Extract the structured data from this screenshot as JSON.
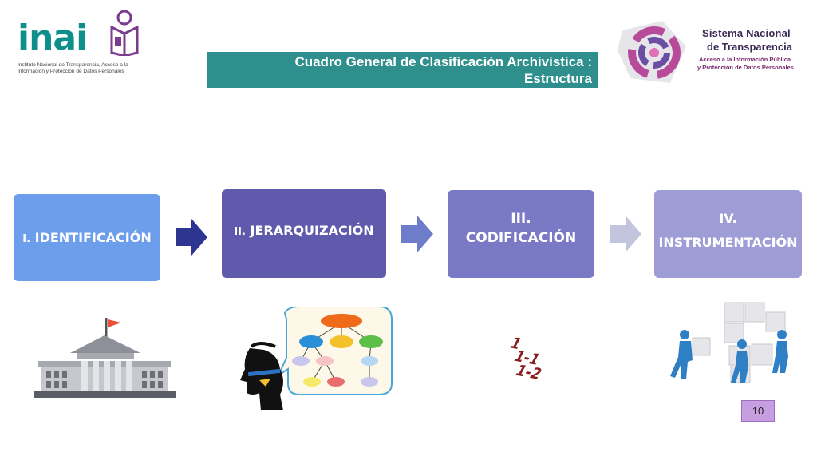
{
  "header": {
    "inai_logo_text": "inai",
    "inai_subtitle": "Instituto Nacional de Transparencia, Acceso a la Información y Protección de Datos Personales",
    "title_line1": "Cuadro General de Clasificación Archivística :",
    "title_line2": "Estructura",
    "snt_line1": "Sistema Nacional",
    "snt_line2": "de Transparencia",
    "snt_line3": "Acceso a la Información Pública",
    "snt_line4": "y Protección de Datos Personales"
  },
  "steps": [
    {
      "num": "I.",
      "label": "IDENTIFICACIÓN"
    },
    {
      "num": "II.",
      "label": "JERARQUIZACIÓN"
    },
    {
      "num": "III.",
      "label": "CODIFICACIÓN"
    },
    {
      "num": "IV.",
      "label": "INSTRUMENTACIÓN"
    }
  ],
  "codes": [
    "1",
    "1-1",
    "1-2"
  ],
  "page_number": "10",
  "colors": {
    "teal": "#2f8f8c",
    "step1": "#6d9eec",
    "step2": "#5f5aac",
    "step3": "#7a79c5",
    "step4": "#9e9dd6",
    "page_badge": "#c79ee0"
  },
  "icons": [
    "building-icon",
    "thinking-head-icon",
    "org-chart-icon",
    "code-numbers-icon",
    "puzzle-people-icon"
  ]
}
